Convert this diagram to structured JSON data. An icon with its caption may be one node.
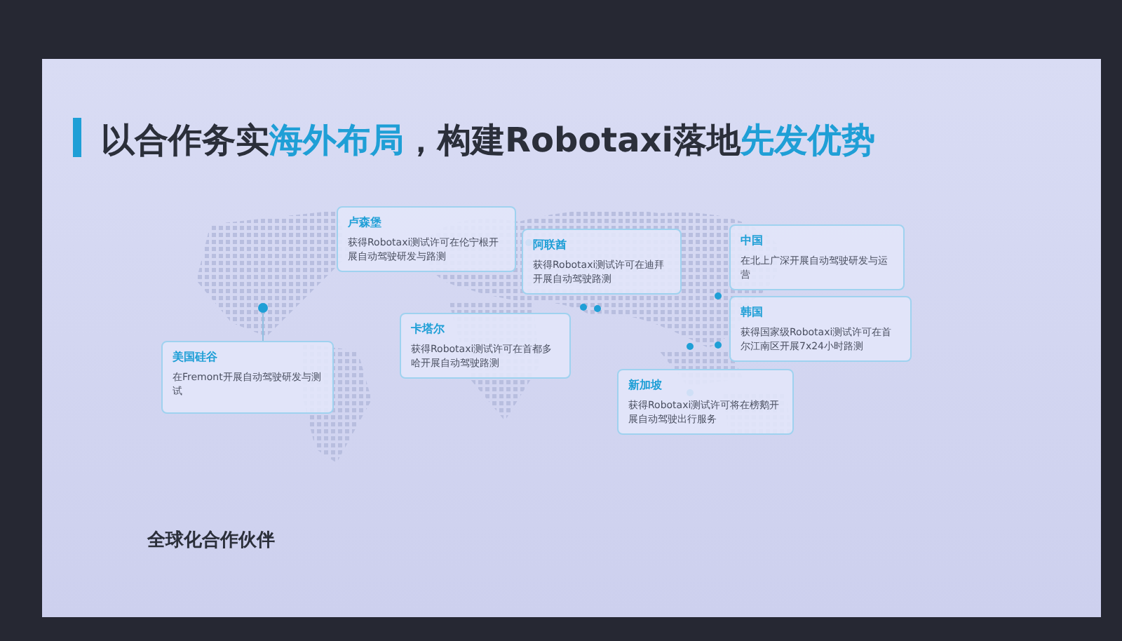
{
  "diagram": {
    "title": "以合作务实**海外布局**，构建Robotaxi落地**先发优势**",
    "nodes": [
      {
        "text": [
          "美国硅谷",
          "在Fremont开展自动驾驶研发与测试"
        ]
      },
      {
        "text": [
          "卢森堡",
          "获得Robotaxi测试许可在伦宁根开展自动驾驶研发与路测"
        ]
      },
      {
        "text": [
          "阿联酋",
          "获得Robotaxi测试许可在迪拜开展自动驾驶路测"
        ]
      },
      {
        "text": [
          "中国",
          "在北上广深开展自动驾驶研发与运营"
        ]
      },
      {
        "text": [
          "卡塔尔",
          "获得Robotaxi测试许可在首都多哈开展自动驾驶路测"
        ]
      },
      {
        "text": [
          "韩国",
          "获得国家级Robotaxi测试许可在首尔江南区开展7x24小时路测"
        ]
      },
      {
        "text": [
          "新加坡",
          "获得Robotaxi测试许可将在榜鹅开展自动驾驶出行服务"
        ]
      },
      {
        "text": [],
        "shape": "circle"
      }
    ],
    "edges": [
      {
        "from": 0,
        "to": 7,
        "arrow": "none"
      }
    ],
    "labels": [
      "全球化合作伙伴"
    ]
  }
}
